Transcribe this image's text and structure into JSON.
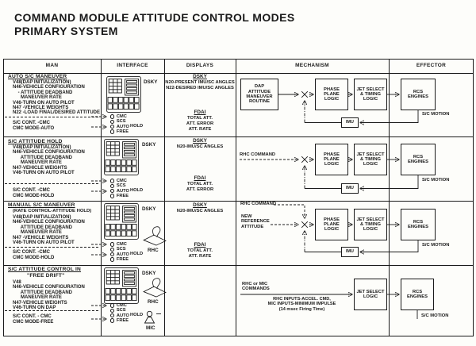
{
  "title": {
    "line1": "COMMAND MODULE ATTITUDE CONTROL MODES",
    "line2": "PRIMARY SYSTEM"
  },
  "columns": {
    "man": "MAN",
    "interface": "INTERFACE",
    "displays": "DISPLAYS",
    "mechanism": "MECHANISM",
    "effector": "EFFECTOR"
  },
  "switches": {
    "cmc": "CMC",
    "scs": "SCS",
    "auto": "AUTO",
    "hold": "HOLD",
    "free": "FREE"
  },
  "devices": {
    "dsky": "DSKY",
    "rhc": "RHC",
    "mic": "MIC"
  },
  "rows": [
    {
      "man": {
        "heading": "AUTO S/C MANEUVER",
        "procedure": "V48(DAP INITIALIZATION)\nN46-VEHICLE CONFIGURATION\n    - ATTITUDE DEADBAND\n      MANEUVER RATE\nV46-TURN ON AUTO PILOT\nN47 -VEHICLE WEIGHTS\nN22 -LOAD FINAL/DESIRED ATTITUDE",
        "settings": "S/C CONT. -CMC\nCMC MODE-AUTO"
      },
      "displays": {
        "dsky_title": "DSKY",
        "dsky_items": "N20-PRESENT IMU/SC ANGLES\nN22-DESIRED IMU/SC ANGLES",
        "fdai_title": "FDAI",
        "fdai_items": "TOTAL ATT.\nATT. ERROR\nATT. RATE"
      },
      "mechanism": {
        "source_box": "DAP\nATTITUDE\nMANEUVER\nROUTINE",
        "phase_box": "PHASE\nPLANE\nLOGIC",
        "jet_box": "JET SELECT\n& TIMING\nLOGIC",
        "imu_box": "IMU"
      },
      "effector": {
        "box": "RCS\nENGINES",
        "motion": "S/C MOTION"
      }
    },
    {
      "man": {
        "heading": "S/C ATTITUDE HOLD",
        "procedure": "V48(DAP INITIALIZATION)\nN46-VEHICLE CONFIGURATION\n      ATTITUDE DEADBAND\n      MANEUVER RATE\nN47-VEHICLE WEIGHTS\nV46-TURN ON AUTO PILOT",
        "settings": "S/C CONT. -CMC\nCMC MODE-HOLD"
      },
      "displays": {
        "dsky_title": "DSKY",
        "dsky_items": "N20-IMU/SC ANGLES",
        "fdai_title": "FDAI",
        "fdai_items": "TOTAL ATT.\nATT. ERROR"
      },
      "mechanism": {
        "input_label": "RHC COMMAND",
        "phase_box": "PHASE\nPLANE\nLOGIC",
        "jet_box": "JET SELECT\n& TIMING\nLOGIC",
        "imu_box": "IMU"
      },
      "effector": {
        "box": "RCS\nENGINES",
        "motion": "S/C MOTION"
      }
    },
    {
      "man": {
        "heading": "MANUAL S/C MANEUVER",
        "subheading": "(RATE CONTROL-ATTITUDE HOLD)",
        "procedure": "V48(DAP INITIALIZATION)\nN46-VEHICLE CONFIGURATION\n      ATTITUDE DEADBAND\n      MANEUVER RATE\nN47 -VEHICLE WEIGHTS\nV46-TURN ON AUTO PILOT",
        "settings": "S/C CONT. -CMC\nCMC MODE-HOLD"
      },
      "displays": {
        "dsky_title": "DSKY",
        "dsky_items": "N20-IMU/SC ANGLES",
        "fdai_title": "FDAI",
        "fdai_items": "TOTAL ATT.\nATT. RATE"
      },
      "mechanism": {
        "input_label": "RHC COMMAND",
        "reference_label": "NEW\nREFERENCE\nATTITUDE",
        "phase_box": "PHASE\nPLANE\nLOGIC",
        "jet_box": "JET SELECT\n& TIMING\nLOGIC",
        "imu_box": "IMU"
      },
      "effector": {
        "box": "RCS\nENGINES",
        "motion": "S/C MOTION"
      }
    },
    {
      "man": {
        "heading": "S/C ATTITUDE CONTROL IN",
        "heading2": "\"FREE DRIFT\"",
        "procedure": "V48\nN46-VEHICLE CONFIGURATION\n      ATTITUDE DEADBAND\n      MANEUVER RATE\nN47-VEHICLE WEIGHTS\nV46-TURN ON DAP",
        "settings": "S/C CONT. - CMC\nCMC MODE-FREE"
      },
      "mechanism": {
        "input_label": "RHC or MIC\nCOMMANDS",
        "input_note": "RHC INPUTS-ACCEL. CMD,\nMIC INPUTS-MINIMUM IMPULSE\n(14 msec Firing Time)",
        "jet_box": "JET SELECT\nLOGIC"
      },
      "effector": {
        "box": "RCS\nENGINES",
        "motion": "S/C MOTION"
      }
    }
  ]
}
